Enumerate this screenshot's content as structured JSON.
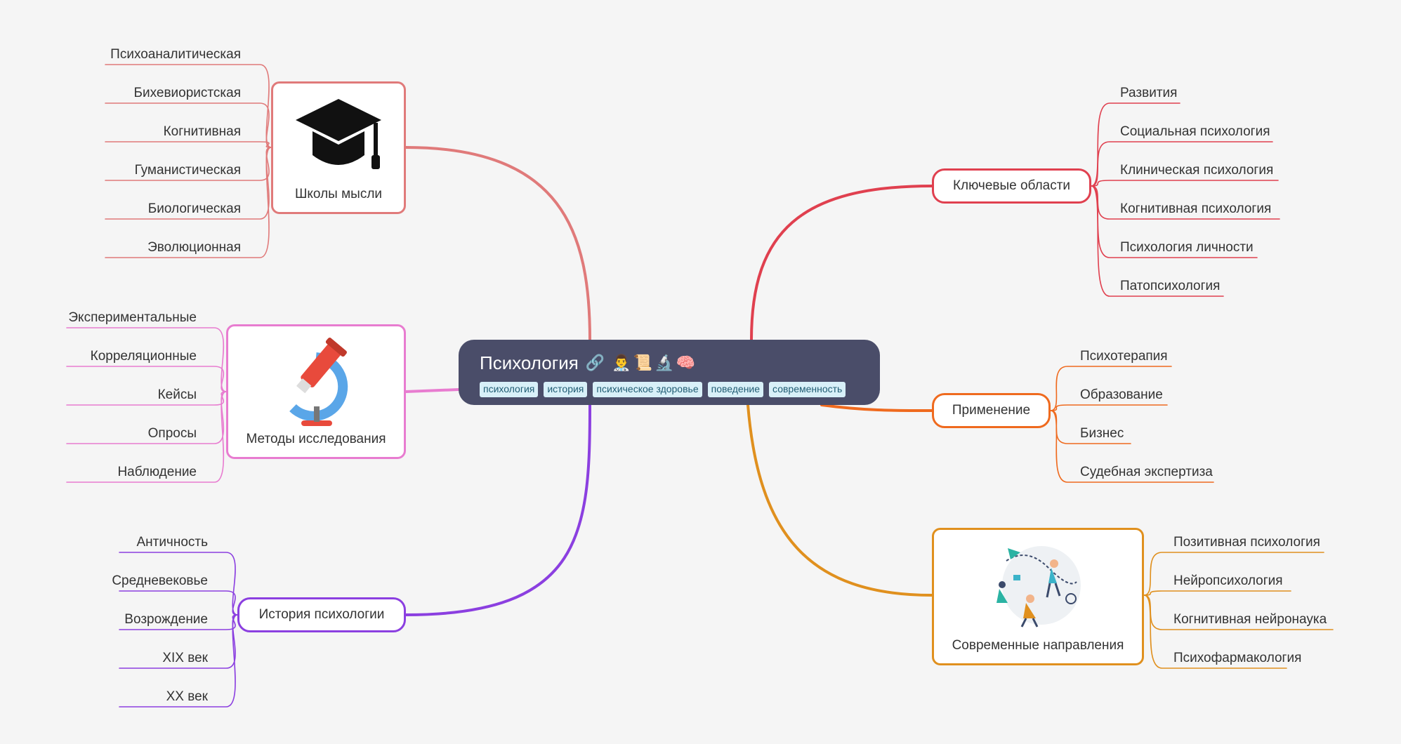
{
  "central": {
    "title": "Психология",
    "link_icon": "🔗",
    "emojis": [
      "👨‍⚕️",
      "📜",
      "🔬",
      "🧠"
    ],
    "tags": [
      "психология",
      "история",
      "психическое здоровье",
      "поведение",
      "современность"
    ]
  },
  "branches": {
    "schools": {
      "label": "Школы мысли",
      "icon": "graduation-cap-icon",
      "color": "#e07a7a",
      "children": [
        "Психоаналитическая",
        "Бихевиористская",
        "Когнитивная",
        "Гуманистическая",
        "Биологическая",
        "Эволюционная"
      ]
    },
    "methods": {
      "label": "Методы исследования",
      "icon": "microscope-icon",
      "color": "#e87cd0",
      "children": [
        "Экспериментальные",
        "Корреляционные",
        "Кейсы",
        "Опросы",
        "Наблюдение"
      ]
    },
    "history": {
      "label": "История психологии",
      "color": "#8b3fe0",
      "children": [
        "Античность",
        "Средневековье",
        "Возрождение",
        "XIX век",
        "XX век"
      ]
    },
    "areas": {
      "label": "Ключевые области",
      "color": "#e0404f",
      "children": [
        "Развития",
        "Социальная психология",
        "Клиническая психология",
        "Когнитивная психология",
        "Психология личности",
        "Патопсихология"
      ]
    },
    "applications": {
      "label": "Применение",
      "color": "#ef6a1e",
      "children": [
        "Психотерапия",
        "Образование",
        "Бизнес",
        "Судебная экспертиза"
      ]
    },
    "modern": {
      "label": "Современные направления",
      "icon": "people-illustration-icon",
      "color": "#e0901e",
      "children": [
        "Позитивная психология",
        "Нейропсихология",
        "Когнитивная нейронаука",
        "Психофармакология"
      ]
    }
  }
}
